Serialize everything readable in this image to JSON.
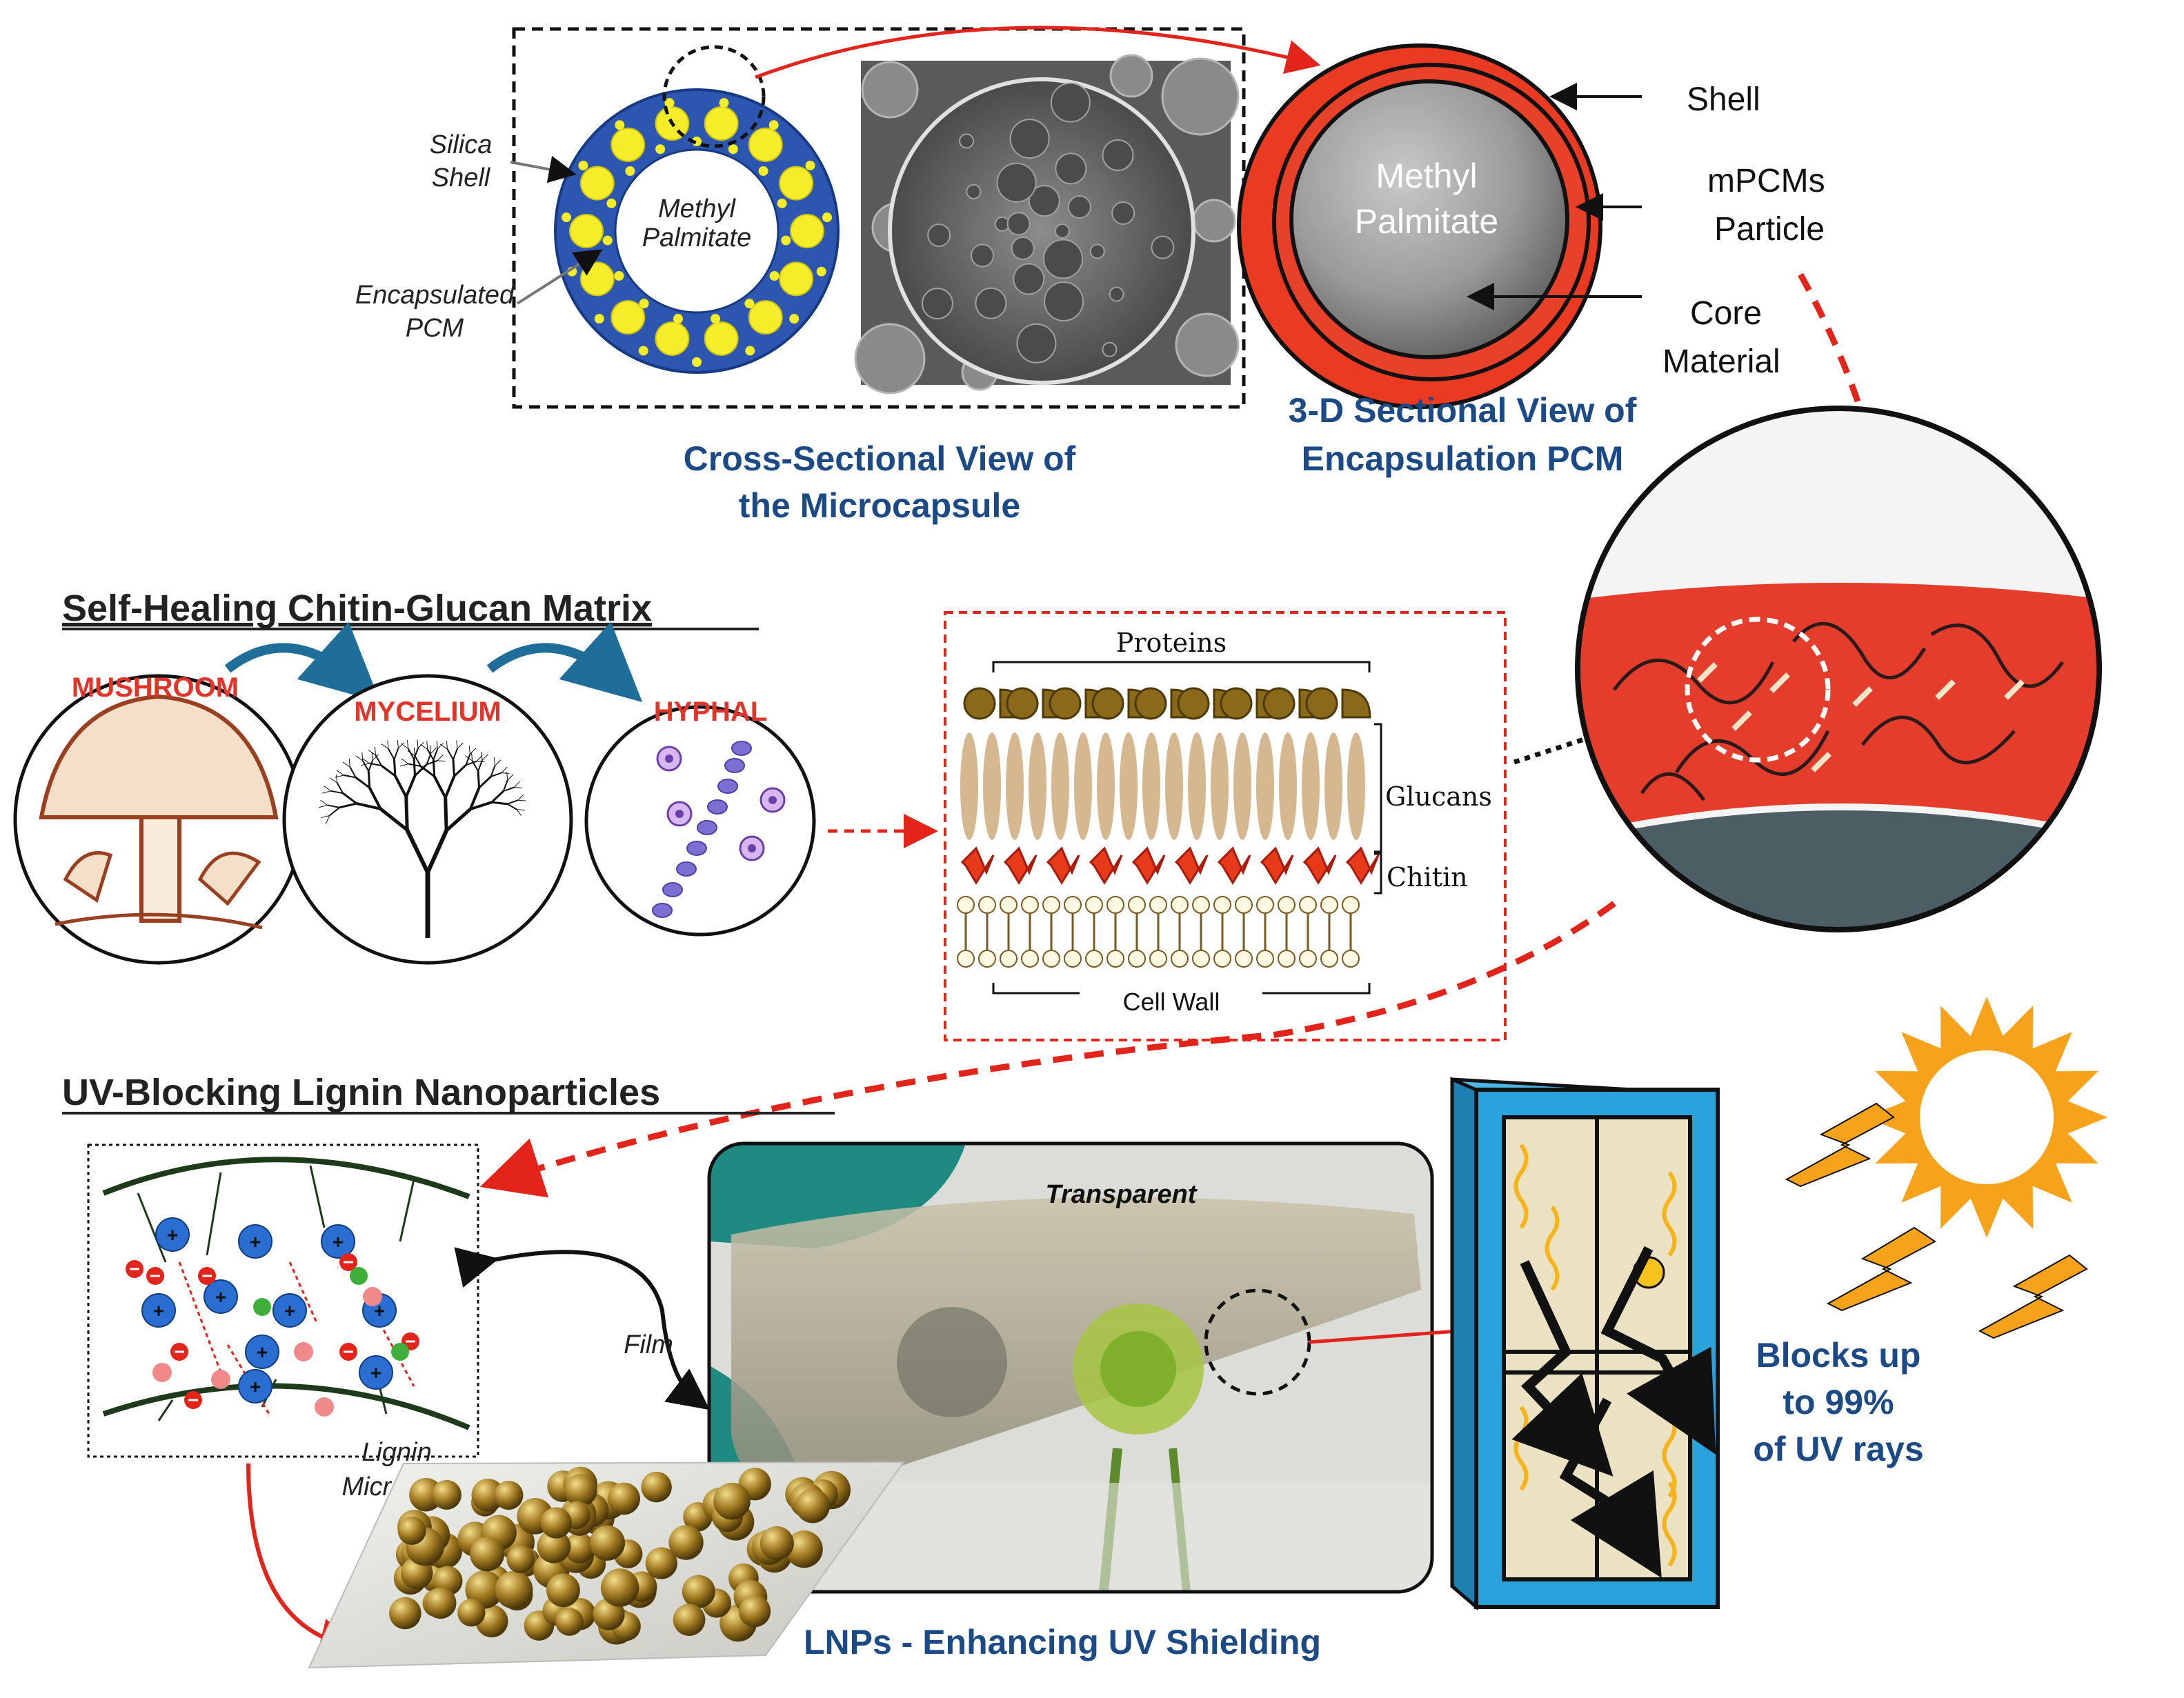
{
  "top": {
    "cross_section": {
      "silica_shell_label": [
        "Silica",
        "Shell"
      ],
      "core_label": [
        "Methyl",
        "Palmitate"
      ],
      "encapsulated_label": [
        "Encapsulated",
        "PCM"
      ],
      "caption": [
        "Cross-Sectional View of",
        "the Microcapsule"
      ]
    },
    "sphere_3d": {
      "core_label": [
        "Methyl",
        "Palmitate"
      ],
      "shell_label": "Shell",
      "particle_label": [
        "mPCMs",
        "Particle"
      ],
      "core_material_label": [
        "Core",
        "Material"
      ],
      "caption": [
        "3-D Sectional View of",
        "Encapsulation PCM"
      ]
    }
  },
  "middle": {
    "heading": "Self-Healing Chitin-Glucan Matrix",
    "circles": [
      "MUSHROOM",
      "MYCELIUM",
      "HYPHAL"
    ],
    "cell_wall": {
      "proteins": "Proteins",
      "glucans": "Glucans",
      "chitin": "Chitin",
      "cell_wall": "Cell Wall"
    }
  },
  "bottom": {
    "heading": "UV-Blocking Lignin Nanoparticles",
    "lignin_label": [
      "Lignin",
      "Microsphere"
    ],
    "film_label": "Film",
    "transparent_label": "Transparent",
    "lnps_caption": "LNPs - Enhancing UV Shielding",
    "blocks_caption": [
      "Blocks up",
      "to 99%",
      "of UV rays"
    ]
  },
  "colors": {
    "caption_blue": "#1c4a86",
    "capsule_blue": "#2d56b0",
    "pcm_yellow": "#f5ec2a",
    "shell_red": "#ea3b22",
    "arrow_red": "#e3241b",
    "sun_orange": "#f7a21b",
    "window_blue": "#2aa3dc"
  }
}
